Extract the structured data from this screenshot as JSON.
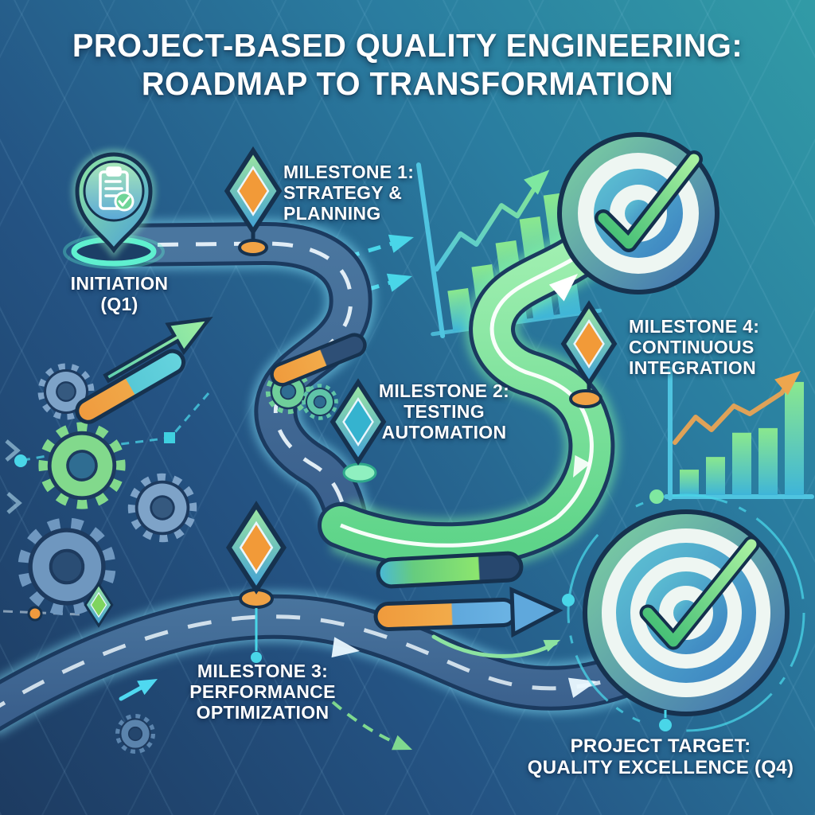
{
  "image_type": "roadmap-infographic",
  "title": {
    "line1": "PROJECT-BASED QUALITY ENGINEERING:",
    "line2": "ROADMAP TO TRANSFORMATION"
  },
  "nodes": {
    "initiation": {
      "label": "INITIATION\n(Q1)",
      "icon": "clipboard-check-pin-icon",
      "quarter": "Q1"
    },
    "milestone1": {
      "label": "MILESTONE 1:\nSTRATEGY &\nPLANNING",
      "icon": "diamond-marker-icon",
      "marker_color": "orange"
    },
    "milestone2": {
      "label": "MILESTONE 2:\nTESTING\nAUTOMATION",
      "icon": "diamond-marker-icon",
      "marker_color": "teal"
    },
    "milestone3": {
      "label": "MILESTONE 3:\nPERFORMANCE\nOPTIMIZATION",
      "icon": "diamond-marker-icon",
      "marker_color": "orange"
    },
    "milestone4": {
      "label": "MILESTONE 4:\nCONTINUOUS\nINTEGRATION",
      "icon": "diamond-marker-icon",
      "marker_color": "orange"
    },
    "project_target": {
      "label": "PROJECT TARGET:\nQUALITY EXCELLENCE (Q4)",
      "icon": "bullseye-checkmark-icon",
      "quarter": "Q4"
    }
  },
  "decorations": [
    "winding-road",
    "location-pin-icon",
    "gear-icon",
    "bar-chart-rising-icon",
    "progress-bar-icon",
    "bullseye-checkmark-icon",
    "arrow-icon",
    "dashed-connector"
  ],
  "chart_data": [
    {
      "id": "growth-chart-upper",
      "type": "bar",
      "values": [
        30,
        45,
        60,
        75,
        90
      ],
      "line_points": [
        [
          4,
          118
        ],
        [
          40,
          78
        ],
        [
          58,
          94
        ],
        [
          96,
          50
        ],
        [
          114,
          66
        ],
        [
          152,
          20
        ]
      ],
      "title": "",
      "xlabel": "",
      "ylabel": "",
      "note": "decorative rising bar chart with trend arrow, no tick labels shown"
    },
    {
      "id": "growth-chart-lower",
      "type": "bar",
      "values": [
        22,
        33,
        54,
        58,
        98
      ],
      "line_points": [
        [
          6,
          104
        ],
        [
          32,
          72
        ],
        [
          52,
          88
        ],
        [
          80,
          58
        ],
        [
          100,
          68
        ],
        [
          140,
          42
        ],
        [
          154,
          22
        ]
      ],
      "title": "",
      "xlabel": "",
      "ylabel": "",
      "note": "decorative rising bar chart with orange trend arrow, no tick labels shown"
    }
  ],
  "colors": {
    "background_bottom_left": "#1d3b61",
    "background_top_right": "#319ba6",
    "road_casing": "#1b3a5f",
    "road_blue_surface": "#3e6793",
    "road_green_surface": "#7fe096",
    "glow_cyan": "#8beaff",
    "glow_green": "#7ff2a4",
    "accent_orange": "#f09a3e",
    "accent_teal": "#49d6e8",
    "accent_green": "#8ce3a0",
    "text": "#ffffff",
    "outline_navy": "#16324f"
  }
}
